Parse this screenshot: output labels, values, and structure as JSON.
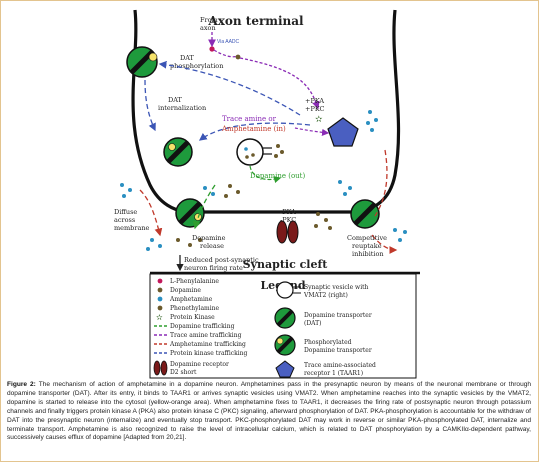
{
  "diagram": {
    "axon_terminal_title": "Axon terminal",
    "synaptic_cleft_title": "Synaptic cleft",
    "legend_title": "Legend",
    "from_axon": [
      "From",
      "axon"
    ],
    "via_aadc": "Via AADC",
    "dat_phosphorylation": [
      "DAT",
      "phosphorylation"
    ],
    "dat_internalization": [
      "DAT",
      "internalization"
    ],
    "pka_pkc_plus": [
      "+PKA",
      "+PKC"
    ],
    "trace_amine_or": "Trace amine or",
    "amphetamine_in": "Amphetamine (in)",
    "dopamine_out": "Dopamine (out)",
    "diffuse_across": [
      "Diffuse",
      "across",
      "membrane"
    ],
    "dopamine_release": [
      "Dopamine",
      "release"
    ],
    "pka_pkc_minus": [
      "-PKA",
      "-PKC"
    ],
    "competitive_reuptake": [
      "Competitive",
      "reuptake",
      "inhibition"
    ],
    "reduced_firing": [
      "Reduced post-synaptic",
      "neuron firing rate"
    ]
  },
  "legend": {
    "left": [
      "L-Phenylalanine",
      "Dopamine",
      "Amphetamine",
      "Phenethylamine",
      "Protein Kinase",
      "Dopamine trafficking",
      "Trace amine trafficking",
      "Amphetamine trafficking",
      "Protein kinase trafficking",
      "Dopamine receptor",
      "D2 short"
    ],
    "right": [
      "Synaptic vesicle with",
      "VMAT2 (right)",
      "Dopamine transporter",
      "(DAT)",
      "Phosphorylated",
      "Dopamine transporter",
      "Trace amine-associated",
      "receptor 1 (TAAR1)"
    ]
  },
  "colors": {
    "dopamine_trafficking": "#2e9d2e",
    "trace_amine_trafficking": "#8a2bb5",
    "amphetamine_trafficking": "#c0392b",
    "protein_kinase_trafficking": "#3b55b5",
    "dat_green": "#1e9a3c",
    "taar1": "#4a5fc1"
  },
  "caption": {
    "label": "Figure 2:",
    "text": "The mechanism of action of amphetamine in a dopamine neuron. Amphetamines pass in the presynaptic neuron by means of the neuronal membrane or through dopamine transporter (DAT). After its entry, it binds to TAAR1 or arrives synaptic vesicles using VMAT2. When amphetamine reaches into the synaptic vesicles by the VMAT2, dopamine is started to release into the cytosol (yellow-orange area). When amphetamine fixes to TAAR1, it decreases the firing rate of postsynaptic neuron through potassium channels and finally triggers protein kinase A (PKA) also protein kinase C (PKC) signaling, afterward phosphorylation of DAT. PKA-phosphorylation is accountable for the withdraw of DAT into the presynaptic neuron (internalize) and eventually stop transport. PKC-phosphorylated DAT may work in reverse or similar PKA-phosphorylated DAT, internalize and terminate transport. Amphetamine is also recognized to raise the level of intracellular calcium, which is related to DAT phosphorylation by a CAMKIIα-dependent pathway, successively causes efflux of dopamine [Adapted from 20,21]."
  }
}
